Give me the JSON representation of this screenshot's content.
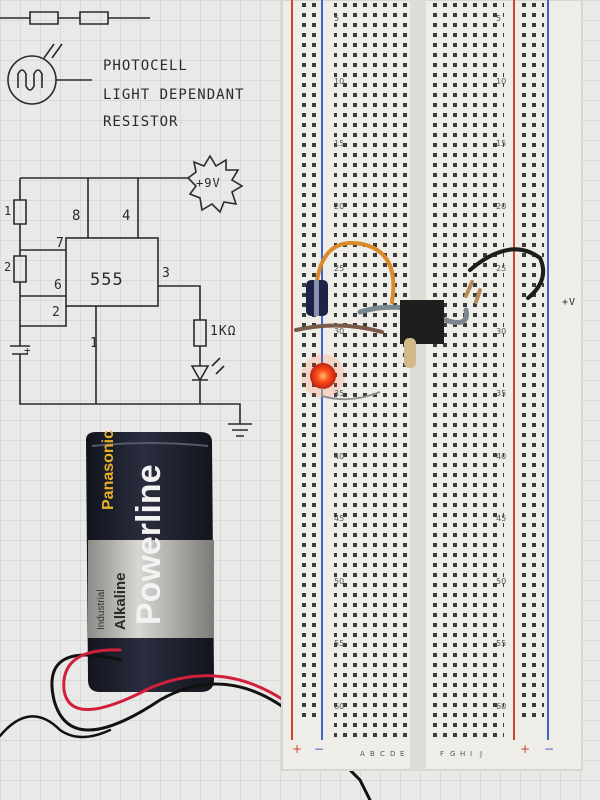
{
  "notes": {
    "photocell": "PHOTOCELL",
    "ldr_line1": "LIGHT DEPENDANT",
    "ldr_line2": "RESISTOR",
    "supply": "+9V",
    "chip": "555",
    "resistor_label": "1KΩ",
    "pin_1": "1",
    "pin_2": "2",
    "pin_3": "3",
    "pin_4": "4",
    "pin_6": "6",
    "pin_7": "7",
    "pin_8": "8",
    "plus_mark": "+",
    "side_label_1": "1",
    "side_label_2": "2",
    "vcc_note": "+V"
  },
  "battery": {
    "brand": "Panasonic",
    "model": "Powerline",
    "type": "Alkaline",
    "grade": "Industrial"
  },
  "breadboard": {
    "row_numbers": [
      "5",
      "10",
      "15",
      "20",
      "25",
      "30",
      "35",
      "40",
      "45",
      "50",
      "55",
      "60"
    ],
    "left_cols": [
      "A",
      "B",
      "C",
      "D",
      "E"
    ],
    "right_cols": [
      "F",
      "G",
      "H",
      "I",
      "J"
    ],
    "rail_plus": "+",
    "rail_minus": "−"
  },
  "colors": {
    "paper": "#e9e9e7",
    "grid": "#c9ccd0",
    "board": "#efede8",
    "rail_red": "#d4432e",
    "rail_blue": "#3f63c7",
    "battery_dark": "#1d1f2b",
    "battery_silver": "#b9b8b3",
    "wire_red": "#d21f3c",
    "wire_orange": "#d98a2b",
    "wire_gray": "#7b8790",
    "led": "#ff4a1c"
  }
}
